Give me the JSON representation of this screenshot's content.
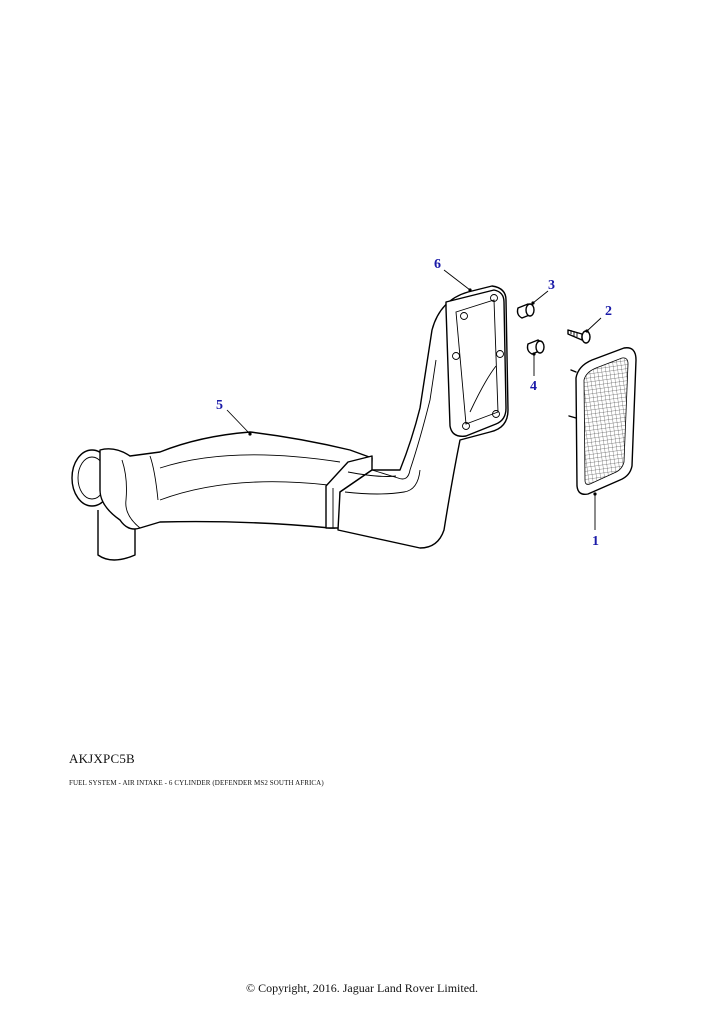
{
  "callouts": [
    {
      "label": "1"
    },
    {
      "label": "2"
    },
    {
      "label": "3"
    },
    {
      "label": "4"
    },
    {
      "label": "5"
    },
    {
      "label": "6"
    }
  ],
  "drawing_code": "AKJXPC5B",
  "drawing_title": "FUEL SYSTEM - AIR INTAKE - 6 CYLINDER (DEFENDER MS2 SOUTH AFRICA)",
  "copyright": "© Copyright, 2016. Jaguar Land Rover Limited.",
  "colors": {
    "callout": "#1a1aa8",
    "line": "#000000"
  }
}
